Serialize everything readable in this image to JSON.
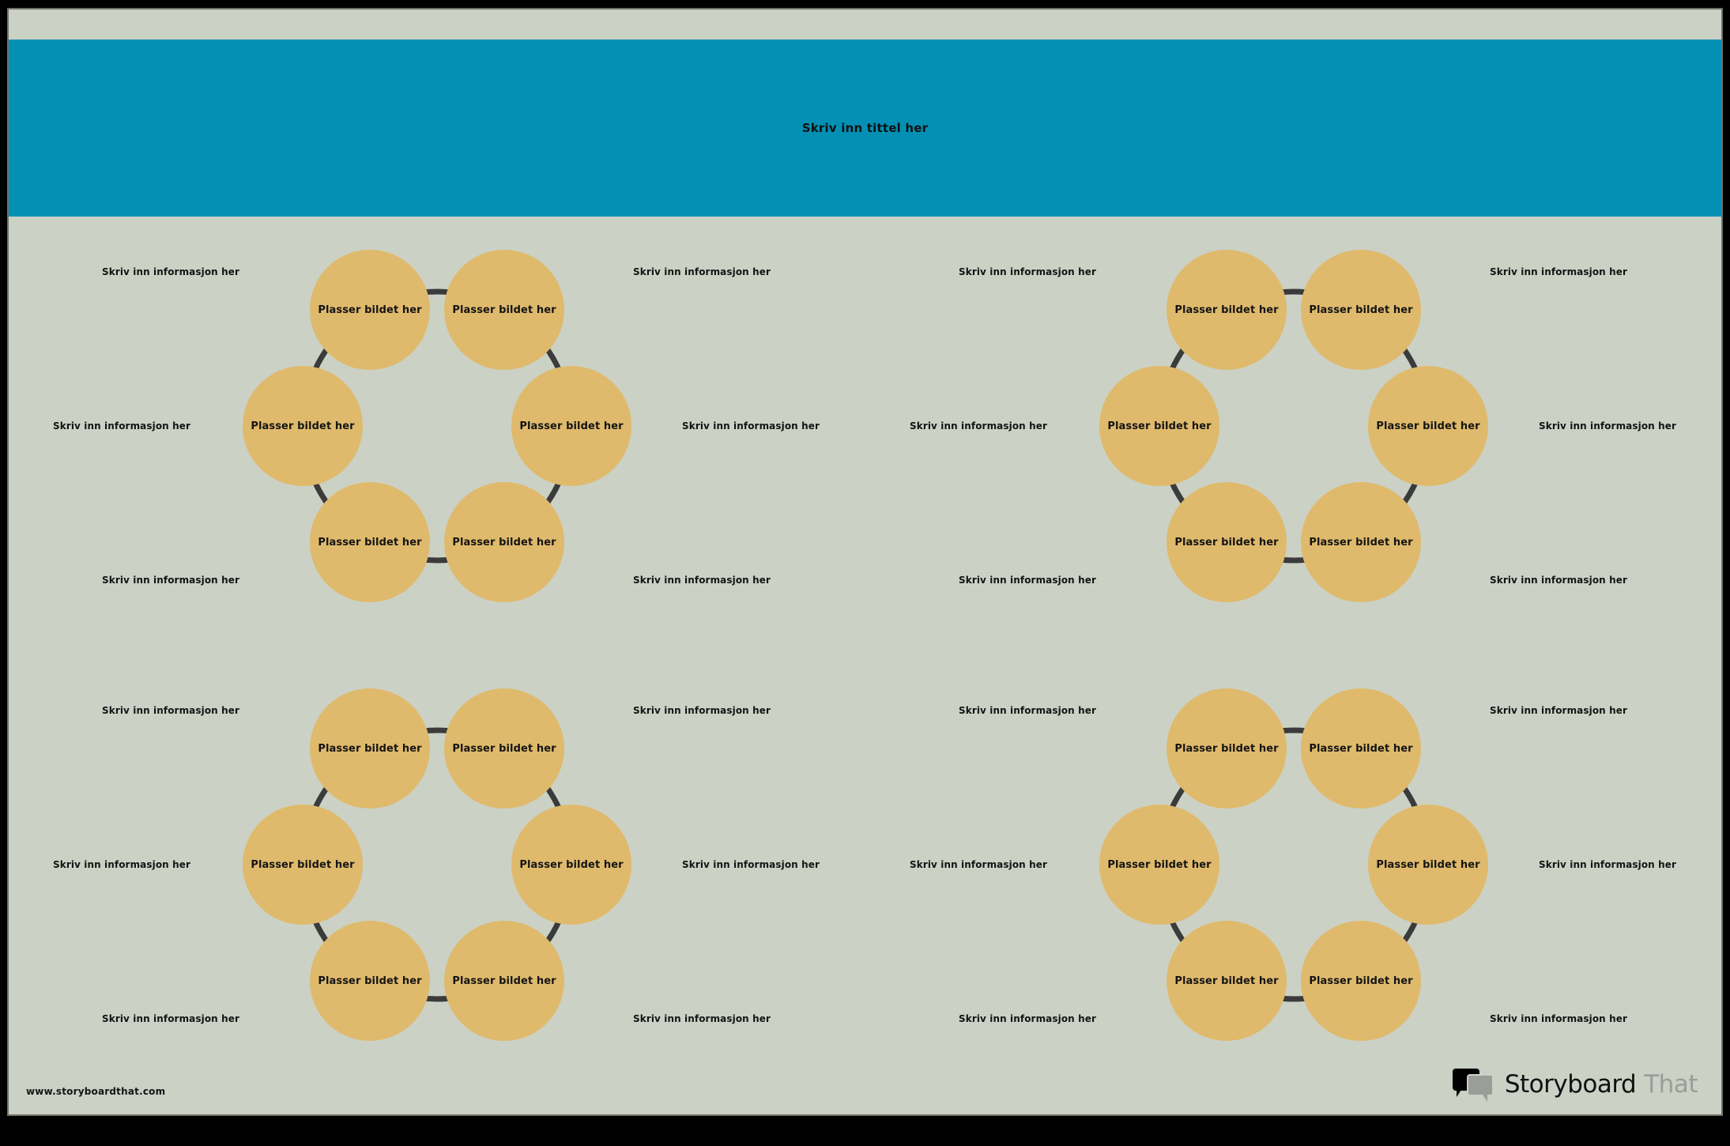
{
  "page": {
    "background_color": "#ccd1c5",
    "border_color": "#000000"
  },
  "header": {
    "title": "Skriv inn tittel her",
    "band_color": "#0490b4",
    "title_color": "#101010"
  },
  "diagram": {
    "node_color": "#dfba6c",
    "ring_color": "#3b3b3b",
    "node_label": "Plasser bildet her",
    "info_label": "Skriv inn informasjon her"
  },
  "cycles": [
    {
      "id": "cycle-1",
      "nodes": [
        {
          "label": "Plasser bildet her"
        },
        {
          "label": "Plasser bildet her"
        },
        {
          "label": "Plasser bildet her"
        },
        {
          "label": "Plasser bildet her"
        },
        {
          "label": "Plasser bildet her"
        },
        {
          "label": "Plasser bildet her"
        }
      ],
      "captions_left": [
        "Skriv inn informasjon her",
        "Skriv inn informasjon her",
        "Skriv inn informasjon her"
      ],
      "captions_right": [
        "Skriv inn informasjon her",
        "Skriv inn informasjon her",
        "Skriv inn informasjon her"
      ]
    },
    {
      "id": "cycle-2",
      "nodes": [
        {
          "label": "Plasser bildet her"
        },
        {
          "label": "Plasser bildet her"
        },
        {
          "label": "Plasser bildet her"
        },
        {
          "label": "Plasser bildet her"
        },
        {
          "label": "Plasser bildet her"
        },
        {
          "label": "Plasser bildet her"
        }
      ],
      "captions_left": [
        "Skriv inn informasjon her",
        "Skriv inn informasjon her",
        "Skriv inn informasjon her"
      ],
      "captions_right": [
        "Skriv inn informasjon her",
        "Skriv inn informasjon her",
        "Skriv inn informasjon her"
      ]
    },
    {
      "id": "cycle-3",
      "nodes": [
        {
          "label": "Plasser bildet her"
        },
        {
          "label": "Plasser bildet her"
        },
        {
          "label": "Plasser bildet her"
        },
        {
          "label": "Plasser bildet her"
        },
        {
          "label": "Plasser bildet her"
        },
        {
          "label": "Plasser bildet her"
        }
      ],
      "captions_left": [
        "Skriv inn informasjon her",
        "Skriv inn informasjon her",
        "Skriv inn informasjon her"
      ],
      "captions_right": [
        "Skriv inn informasjon her",
        "Skriv inn informasjon her",
        "Skriv inn informasjon her"
      ]
    },
    {
      "id": "cycle-4",
      "nodes": [
        {
          "label": "Plasser bildet her"
        },
        {
          "label": "Plasser bildet her"
        },
        {
          "label": "Plasser bildet her"
        },
        {
          "label": "Plasser bildet her"
        },
        {
          "label": "Plasser bildet her"
        },
        {
          "label": "Plasser bildet her"
        }
      ],
      "captions_left": [
        "Skriv inn informasjon her",
        "Skriv inn informasjon her",
        "Skriv inn informasjon her"
      ],
      "captions_right": [
        "Skriv inn informasjon her",
        "Skriv inn informasjon her",
        "Skriv inn informasjon her"
      ]
    }
  ],
  "footer": {
    "url": "www.storyboardthat.com",
    "brand_first": "Storyboard",
    "brand_second": "That"
  }
}
